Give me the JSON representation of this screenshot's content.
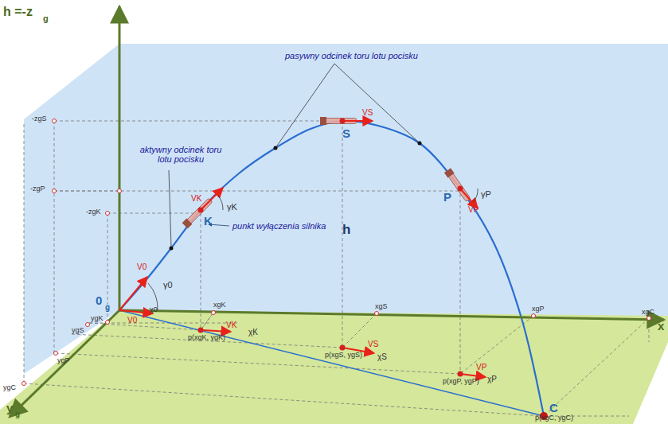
{
  "diagram": {
    "labels": [
      "h =-z",
      "g",
      "pasywny odcinek toru lotu pocisku",
      "aktywny odcinek toru lotu pocisku",
      "punkt wyłączenia silnika",
      "h",
      "S",
      "K",
      "P",
      "C",
      "0",
      "g",
      "x",
      "y",
      "g",
      "V0",
      "VK",
      "VS",
      "VP",
      "V0",
      "VK",
      "VS",
      "VP",
      "γ0",
      "γK",
      "γP",
      "χ0",
      "χK",
      "χS",
      "χP",
      "-zgS",
      "-zgP",
      "-zgK",
      "xgK",
      "xgS",
      "xgP",
      "xgC",
      "ygK",
      "ygS",
      "ygP",
      "ygC",
      "p(xgK, ygK)",
      "p(xgS, ygS)",
      "p(xgP, ygP)",
      "p(xgC, ygC)"
    ]
  }
}
